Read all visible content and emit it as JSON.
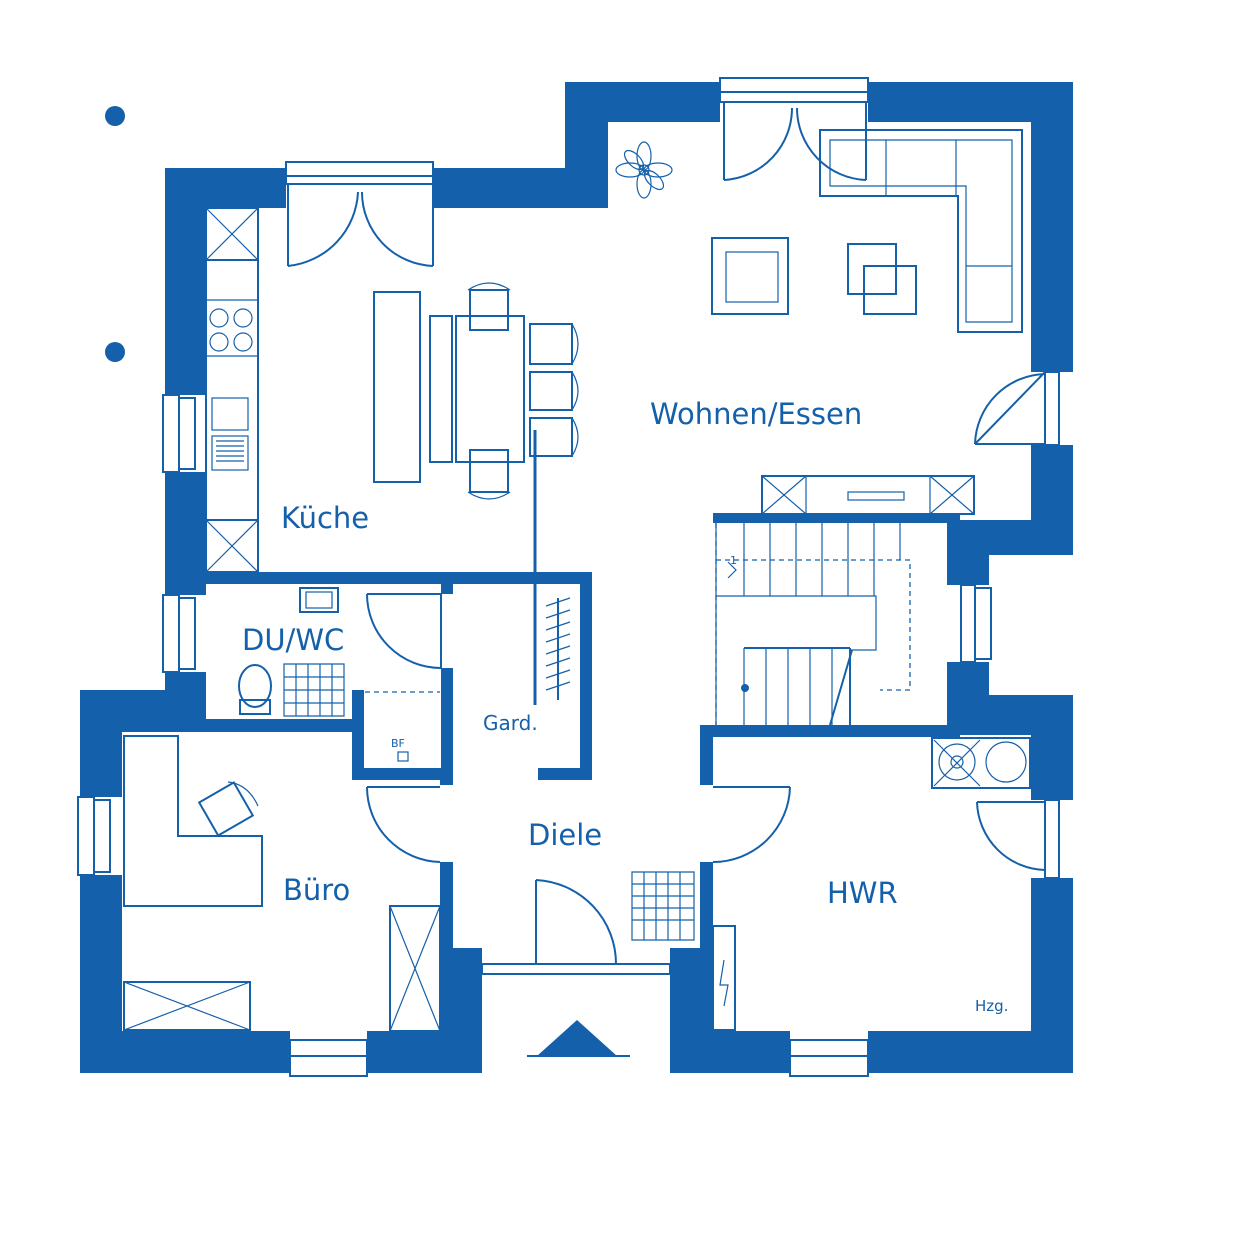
{
  "plan": {
    "rooms": {
      "kueche": "Küche",
      "wohnen": "Wohnen/Essen",
      "duwc": "DU/WC",
      "garderobe": "Gard.",
      "buero": "Büro",
      "diele": "Diele",
      "hwr": "HWR"
    },
    "fixtures": {
      "bf": "BF",
      "heizung": "Hzg.",
      "stair_step": "1"
    }
  },
  "colors": {
    "walls": "#1560aa",
    "background": "#ffffff"
  }
}
